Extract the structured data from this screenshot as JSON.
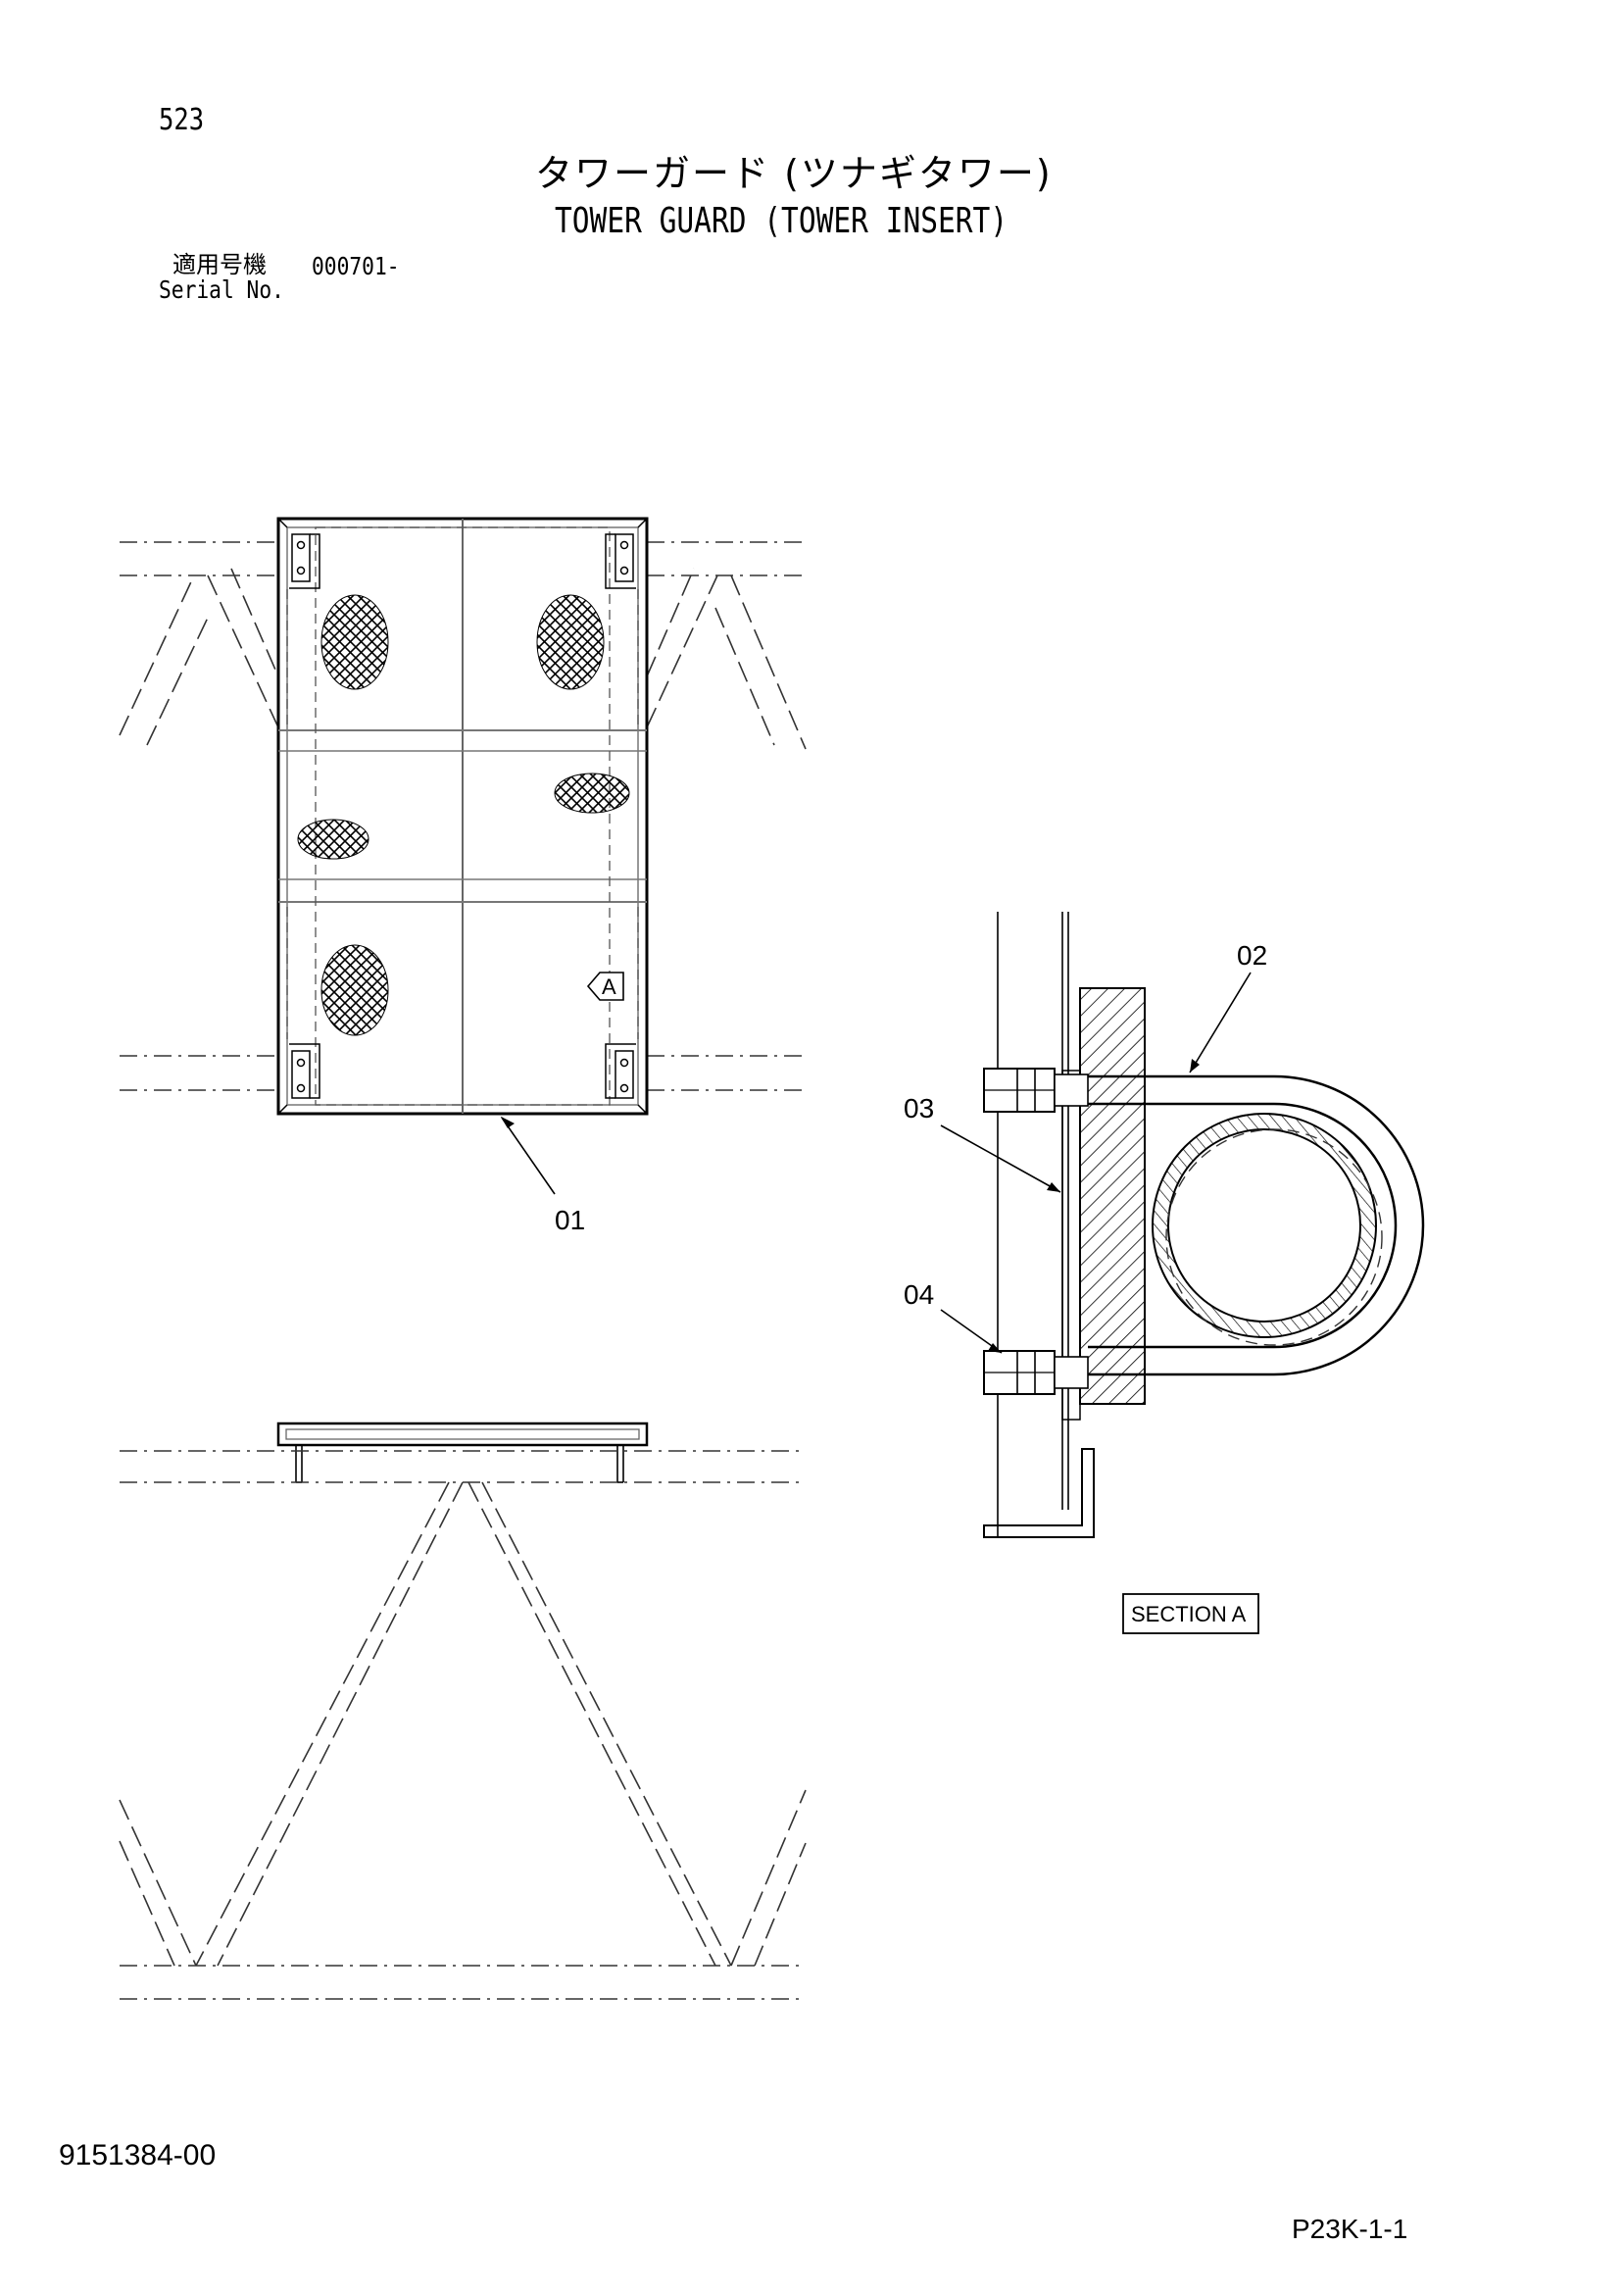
{
  "header": {
    "page_number": "523",
    "title_jp": "タワーガード (ツナギタワー)",
    "title_en": "TOWER GUARD (TOWER INSERT)",
    "serial_label_jp": "適用号機",
    "serial_value": "000701-",
    "serial_label_en": "Serial No."
  },
  "callouts": {
    "part_01": "01",
    "part_02": "02",
    "part_03": "03",
    "part_04": "04",
    "view_marker": "A",
    "section_label": "SECTION A"
  },
  "footer": {
    "doc_number": "9151384-00",
    "page_code": "P23K-1-1"
  },
  "colors": {
    "line": "#000000",
    "frame": "#555555",
    "hidden": "#333333"
  }
}
